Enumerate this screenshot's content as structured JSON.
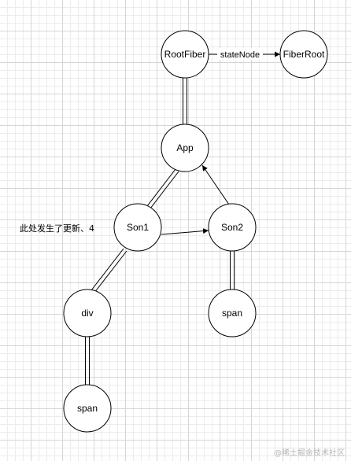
{
  "nodes": {
    "root_fiber": "RootFiber",
    "fiber_root": "FiberRoot",
    "app": "App",
    "son1": "Son1",
    "son2": "Son2",
    "div": "div",
    "span_div": "span",
    "span_son2": "span"
  },
  "edges": {
    "state_node_label": "stateNode"
  },
  "annotation": "此处发生了更新、4",
  "watermark": "@稀土掘金技术社区",
  "colors": {
    "stroke": "#000000",
    "node_fill": "#ffffff",
    "grid": "#d6d6d6"
  }
}
